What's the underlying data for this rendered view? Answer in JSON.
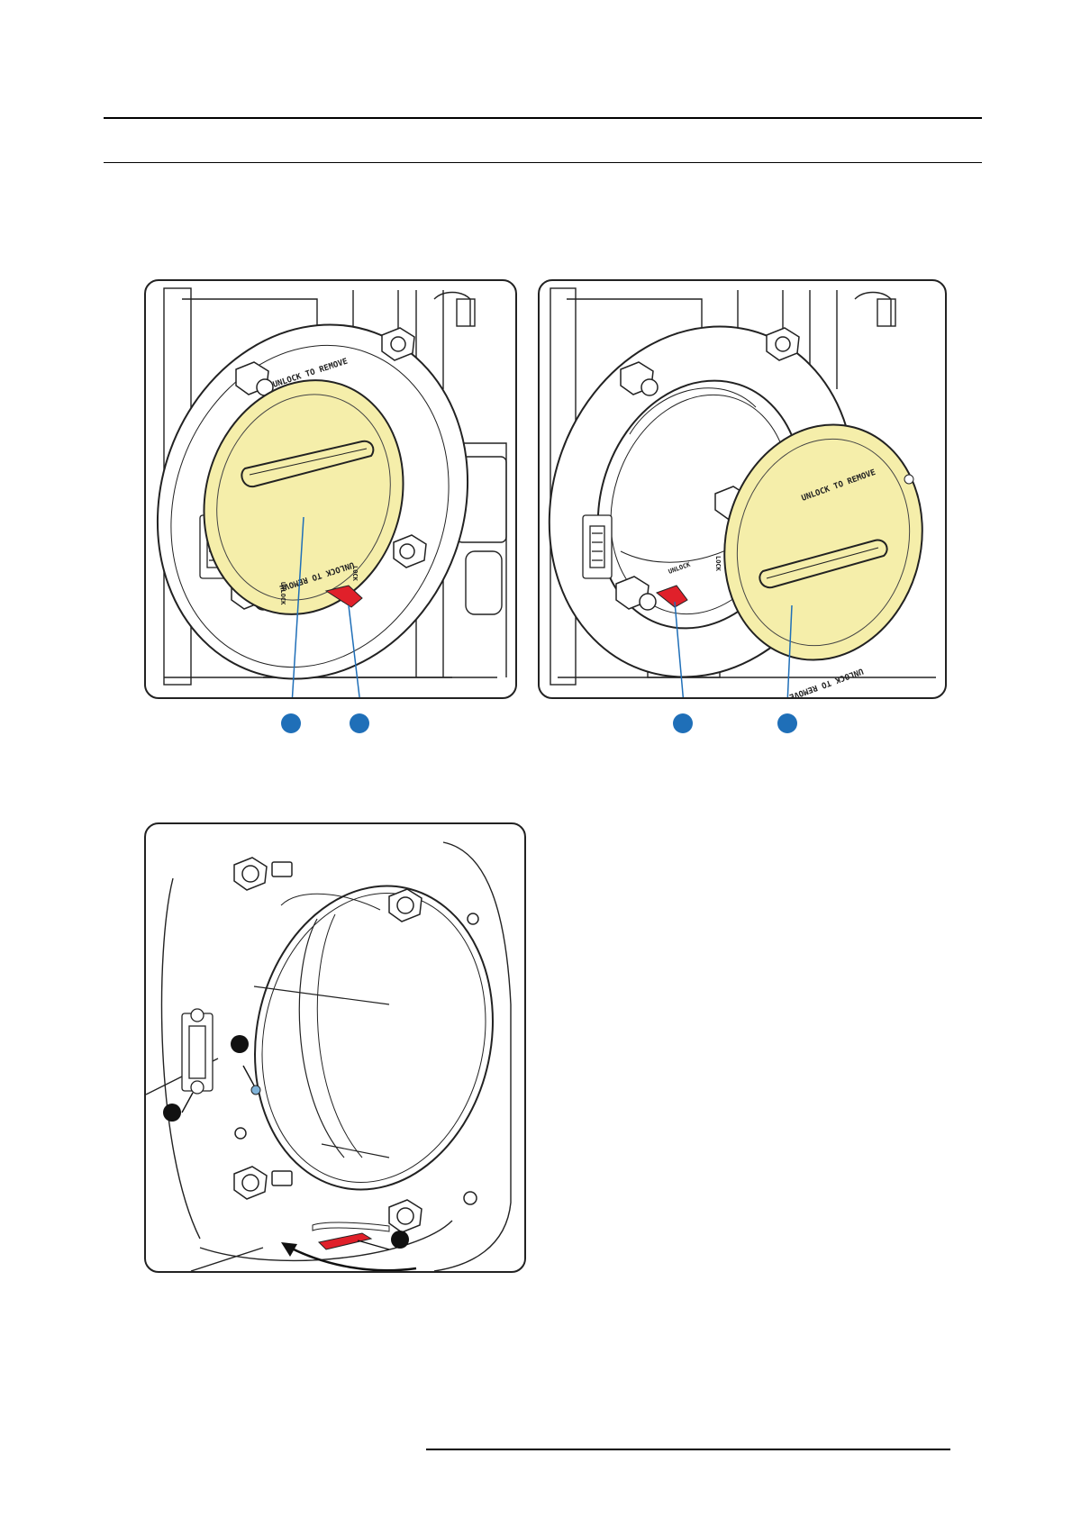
{
  "figure_top_left": {
    "cover_text_top": "UNLOCK TO REMOVE",
    "cover_text_bottom": "UNLOCK TO REMOVE",
    "lever_label_unlock": "UNLOCK",
    "lever_label_lock": "LOCK"
  },
  "figure_top_right": {
    "cover_text_top": "UNLOCK TO REMOVE",
    "cover_text_bottom": "UNLOCK TO REMOVE",
    "lever_label_unlock": "UNLOCK",
    "lever_label_lock": "LOCK"
  },
  "colors": {
    "cover_fill": "#f5eeaa",
    "lever_red": "#e0202a",
    "callout_blue": "#1f6fb8",
    "callout_black": "#111111",
    "line": "#222222"
  }
}
